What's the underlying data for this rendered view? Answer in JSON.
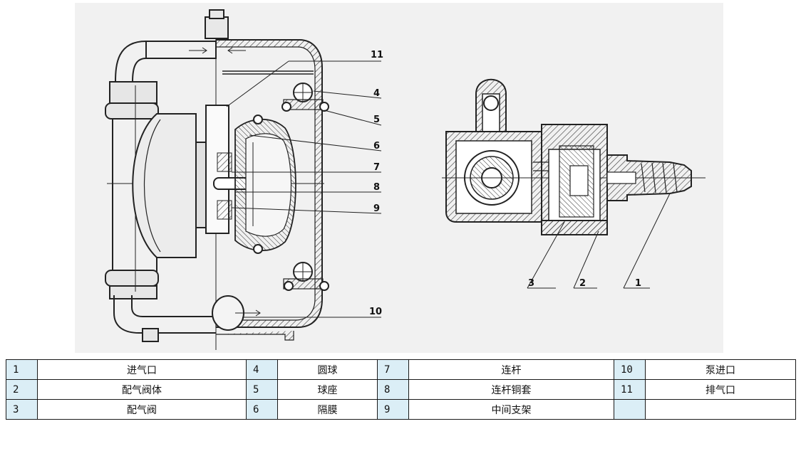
{
  "diagram": {
    "callouts_main": [
      "11",
      "4",
      "5",
      "6",
      "7",
      "8",
      "9",
      "10"
    ],
    "callouts_valve": [
      "3",
      "2",
      "1"
    ]
  },
  "parts_table": {
    "rows": [
      [
        {
          "num": "1",
          "name": "进气口"
        },
        {
          "num": "4",
          "name": "圆球"
        },
        {
          "num": "7",
          "name": "连杆"
        },
        {
          "num": "10",
          "name": "泵进口"
        }
      ],
      [
        {
          "num": "2",
          "name": "配气阀体"
        },
        {
          "num": "5",
          "name": "球座"
        },
        {
          "num": "8",
          "name": "连杆铜套"
        },
        {
          "num": "11",
          "name": "排气口"
        }
      ],
      [
        {
          "num": "3",
          "name": "配气阀"
        },
        {
          "num": "6",
          "name": "隔膜"
        },
        {
          "num": "9",
          "name": "中间支架"
        },
        {
          "num": "",
          "name": ""
        }
      ]
    ]
  }
}
